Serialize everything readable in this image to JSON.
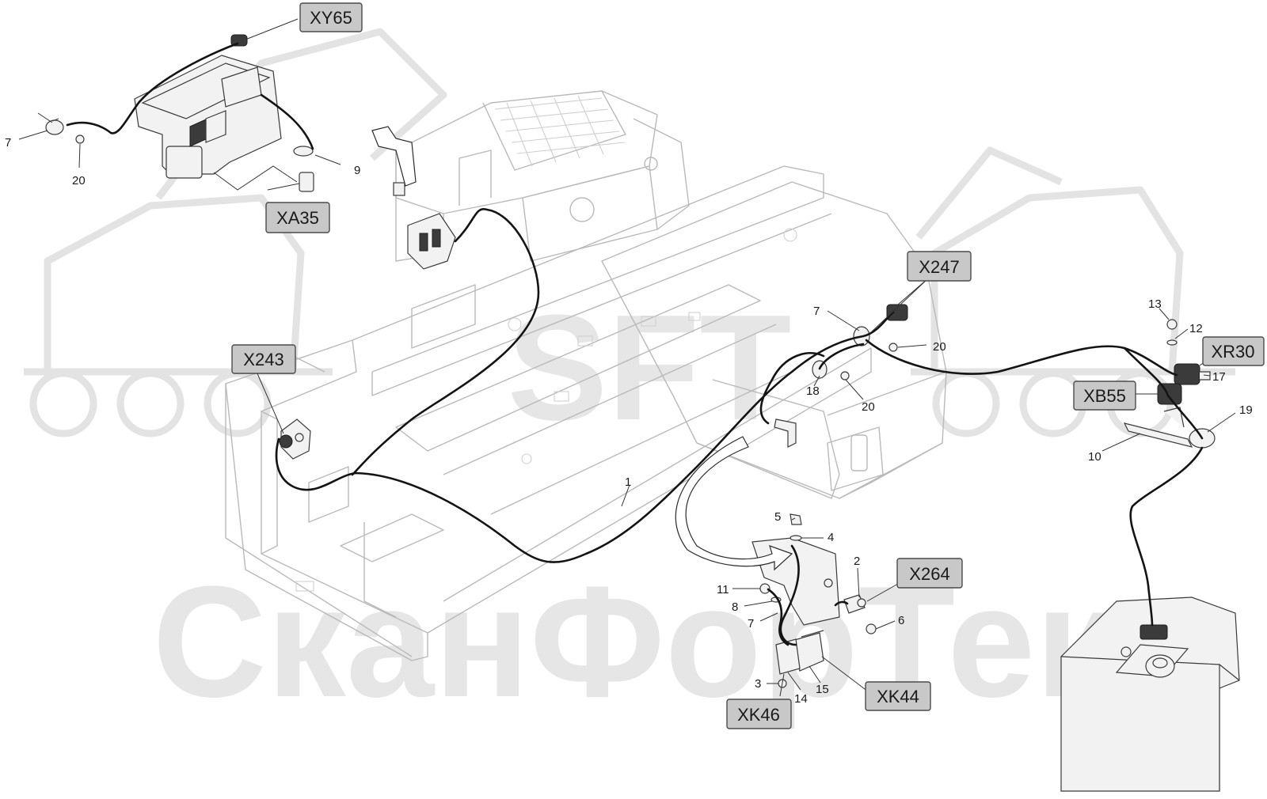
{
  "watermark": {
    "top": "SFT",
    "bottom": "СканФорТек"
  },
  "connectors": {
    "xy65": "XY65",
    "xa35": "XA35",
    "x243": "X243",
    "x247": "X247",
    "xr30": "XR30",
    "xb55": "XB55",
    "x264": "X264",
    "xk44": "XK44",
    "xk46": "XK46"
  },
  "part_numbers": {
    "n1": "1",
    "n2": "2",
    "n3": "3",
    "n4": "4",
    "n5": "5",
    "n6": "6",
    "n7_a": "7",
    "n7_b": "7",
    "n7_c": "7",
    "n8": "8",
    "n9": "9",
    "n10": "10",
    "n11": "11",
    "n12": "12",
    "n13": "13",
    "n14": "14",
    "n15": "15",
    "n17": "17",
    "n18": "18",
    "n19": "19",
    "n20_a": "20",
    "n20_b": "20",
    "n20_c": "20"
  },
  "colors": {
    "tag_fill": "#c8c8c8",
    "cable": "#141414",
    "frame": "#b9b9b9",
    "watermark": "#e6e6e6"
  }
}
